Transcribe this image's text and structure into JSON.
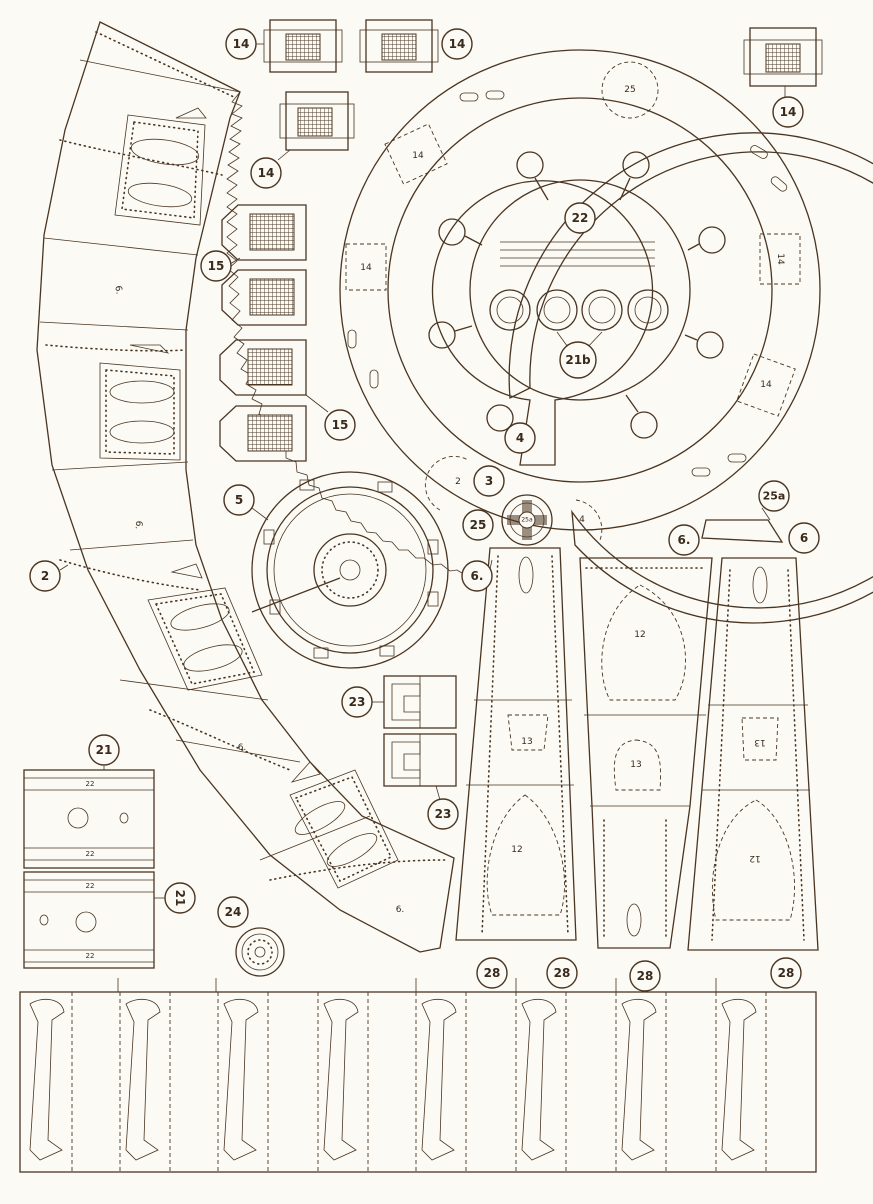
{
  "labels": {
    "l14a": "14",
    "l14b": "14",
    "l14c": "14",
    "l14d": "14",
    "l15a": "15",
    "l15b": "15",
    "l22": "22",
    "l21b": "21b",
    "l4": "4",
    "l3": "3",
    "l5": "5",
    "l25": "25",
    "l25a": "25a",
    "l6a": "6.",
    "l6b": "6.",
    "l6c": "6",
    "l2": "2",
    "l21a": "21",
    "l21c": "21",
    "l23a": "23",
    "l23b": "23",
    "l24": "24",
    "l28a": "28",
    "l28b": "28",
    "l28c": "28",
    "l28d": "28"
  },
  "marks": {
    "ring_25": "25",
    "ring_14a": "14",
    "ring_14b": "14",
    "ring_14c": "14",
    "ring_14d": "14",
    "ring_2": "2",
    "ring_4": "4",
    "arc_6a": "6.",
    "arc_6b": "6.",
    "arc_6c": "6.",
    "arc_6d": "6.",
    "disk_25a": "25a",
    "p12a": "12",
    "p12b": "12",
    "p12c": "12",
    "p13a": "13",
    "p13b": "13",
    "p13c": "13",
    "s22a": "22",
    "s22b": "22",
    "s22c": "22",
    "s22d": "22"
  }
}
